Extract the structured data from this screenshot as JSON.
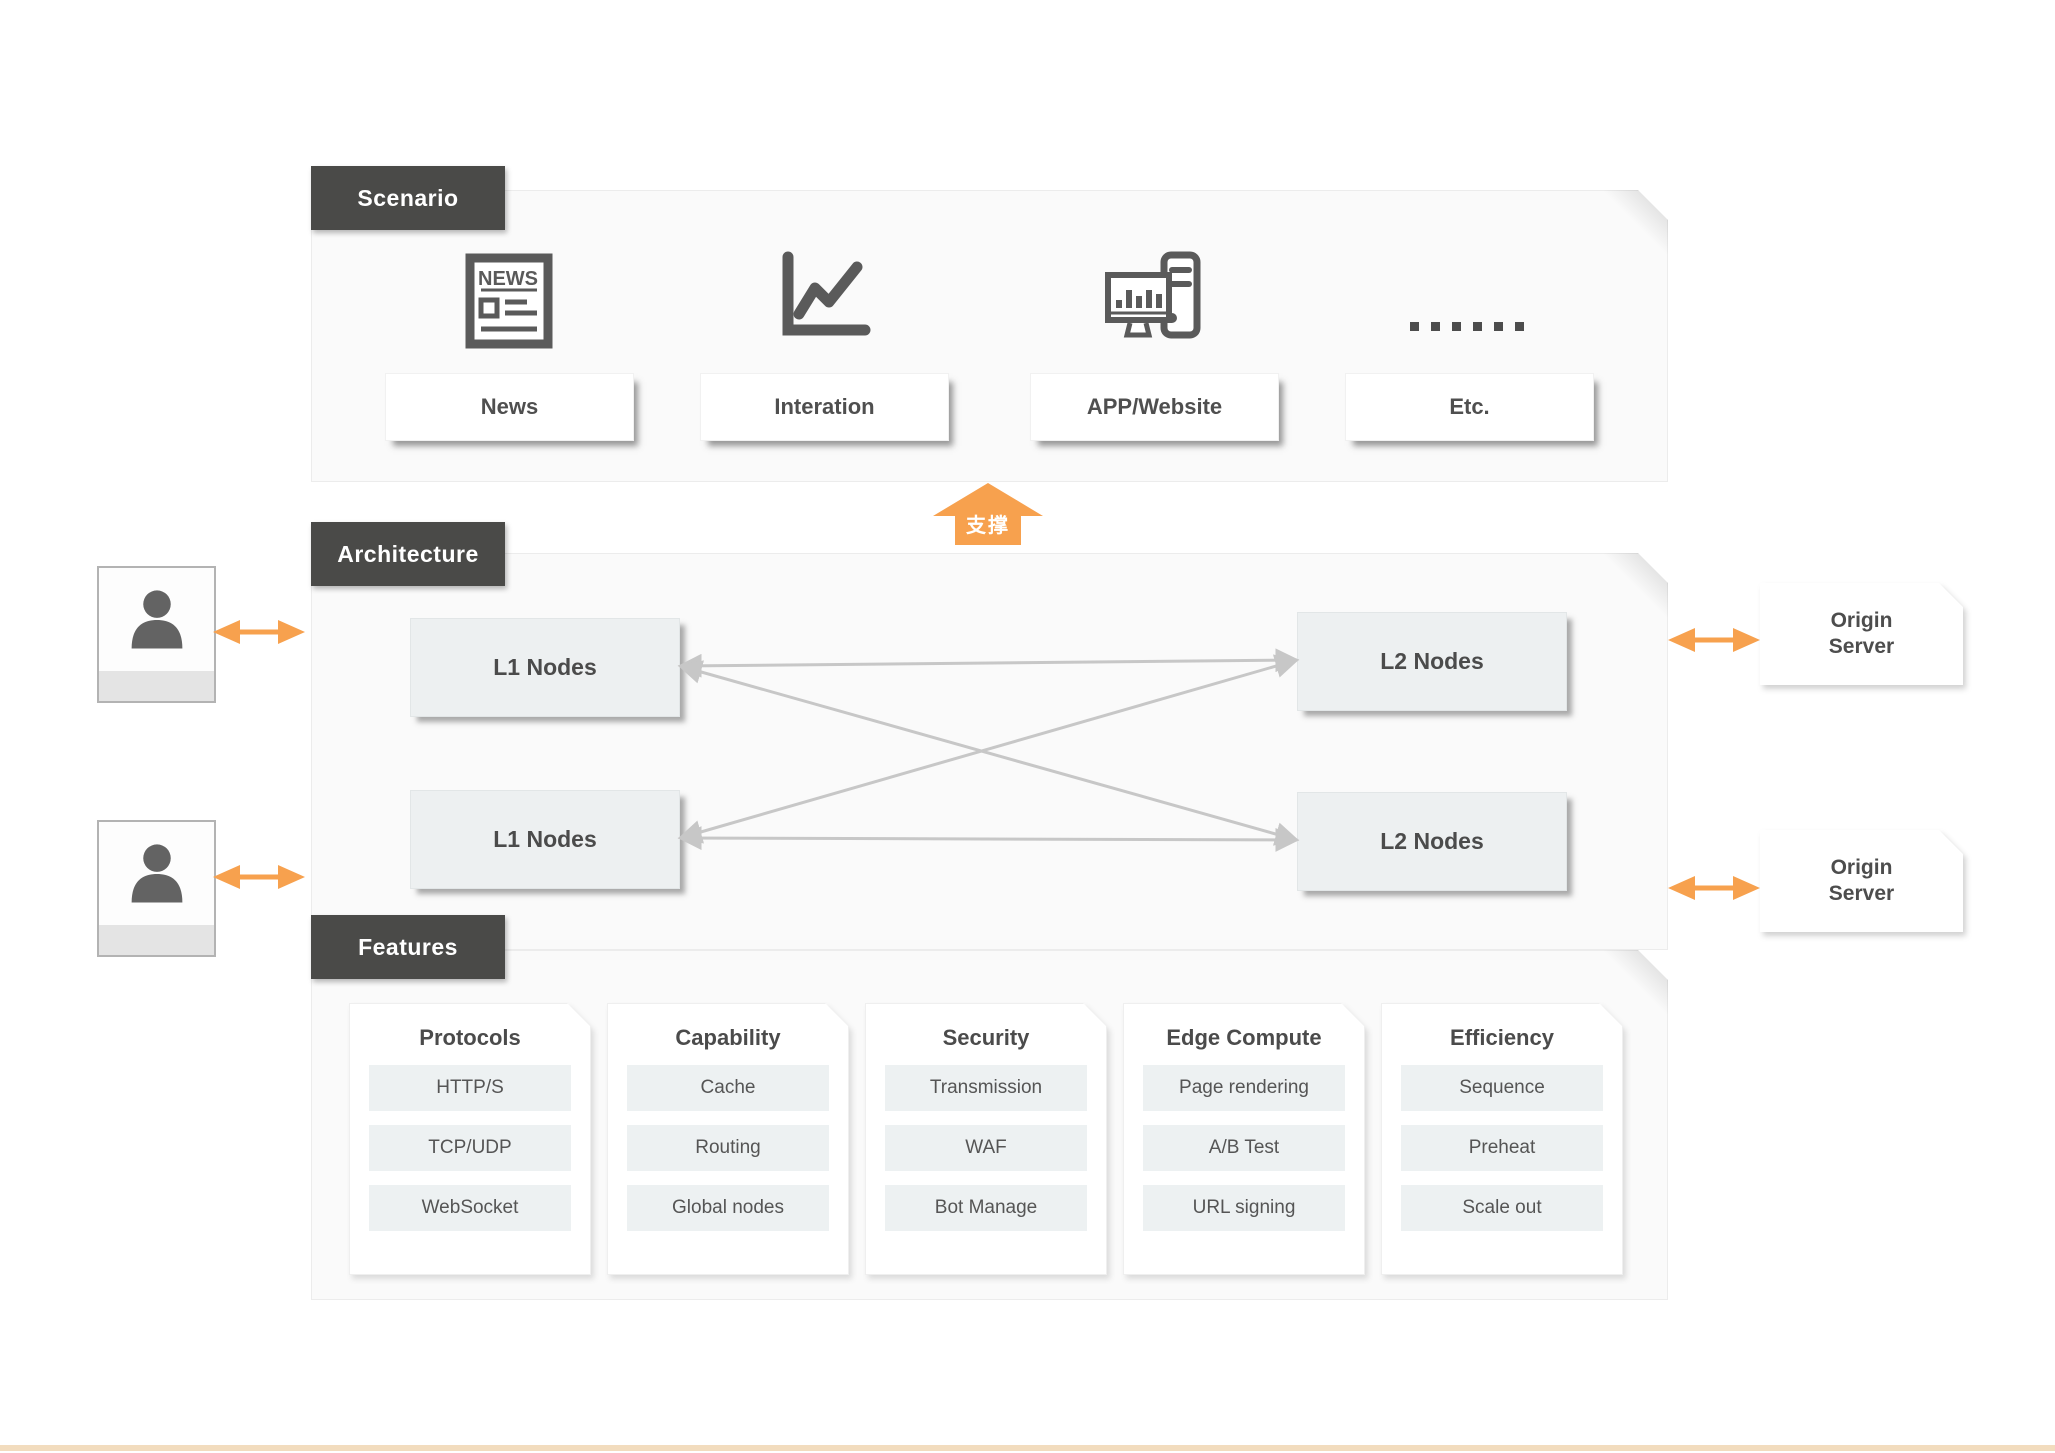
{
  "scenario": {
    "label": "Scenario",
    "items": [
      {
        "label": "News",
        "icon": "news-icon",
        "icon_text": "NEWS"
      },
      {
        "label": "Interation",
        "icon": "line-chart-icon"
      },
      {
        "label": "APP/Website",
        "icon": "app-website-icon"
      },
      {
        "label": "Etc.",
        "icon": "ellipsis-icon"
      }
    ]
  },
  "support": {
    "label": "支撑"
  },
  "architecture": {
    "label": "Architecture",
    "l1_nodes": [
      "L1 Nodes",
      "L1 Nodes"
    ],
    "l2_nodes": [
      "L2 Nodes",
      "L2 Nodes"
    ],
    "origin_servers": [
      "Origin Server",
      "Origin Server"
    ]
  },
  "features": {
    "label": "Features",
    "columns": [
      {
        "title": "Protocols",
        "items": [
          "HTTP/S",
          "TCP/UDP",
          "WebSocket"
        ]
      },
      {
        "title": "Capability",
        "items": [
          "Cache",
          "Routing",
          "Global nodes"
        ]
      },
      {
        "title": "Security",
        "items": [
          "Transmission",
          "WAF",
          "Bot Manage"
        ]
      },
      {
        "title": "Edge Compute",
        "items": [
          "Page rendering",
          "A/B Test",
          "URL signing"
        ]
      },
      {
        "title": "Efficiency",
        "items": [
          "Sequence",
          "Preheat",
          "Scale out"
        ]
      }
    ]
  },
  "colors": {
    "accent_orange": "#f7a14e",
    "section_label_bg": "#4a4a48",
    "panel_bg": "#fafafa",
    "node_bg": "#edf0f1",
    "connector_gray": "#c7c7c7",
    "icon_gray": "#5a5a5a",
    "text_dark": "#4b4b4b",
    "bottom_line": "#f2dcbe"
  }
}
